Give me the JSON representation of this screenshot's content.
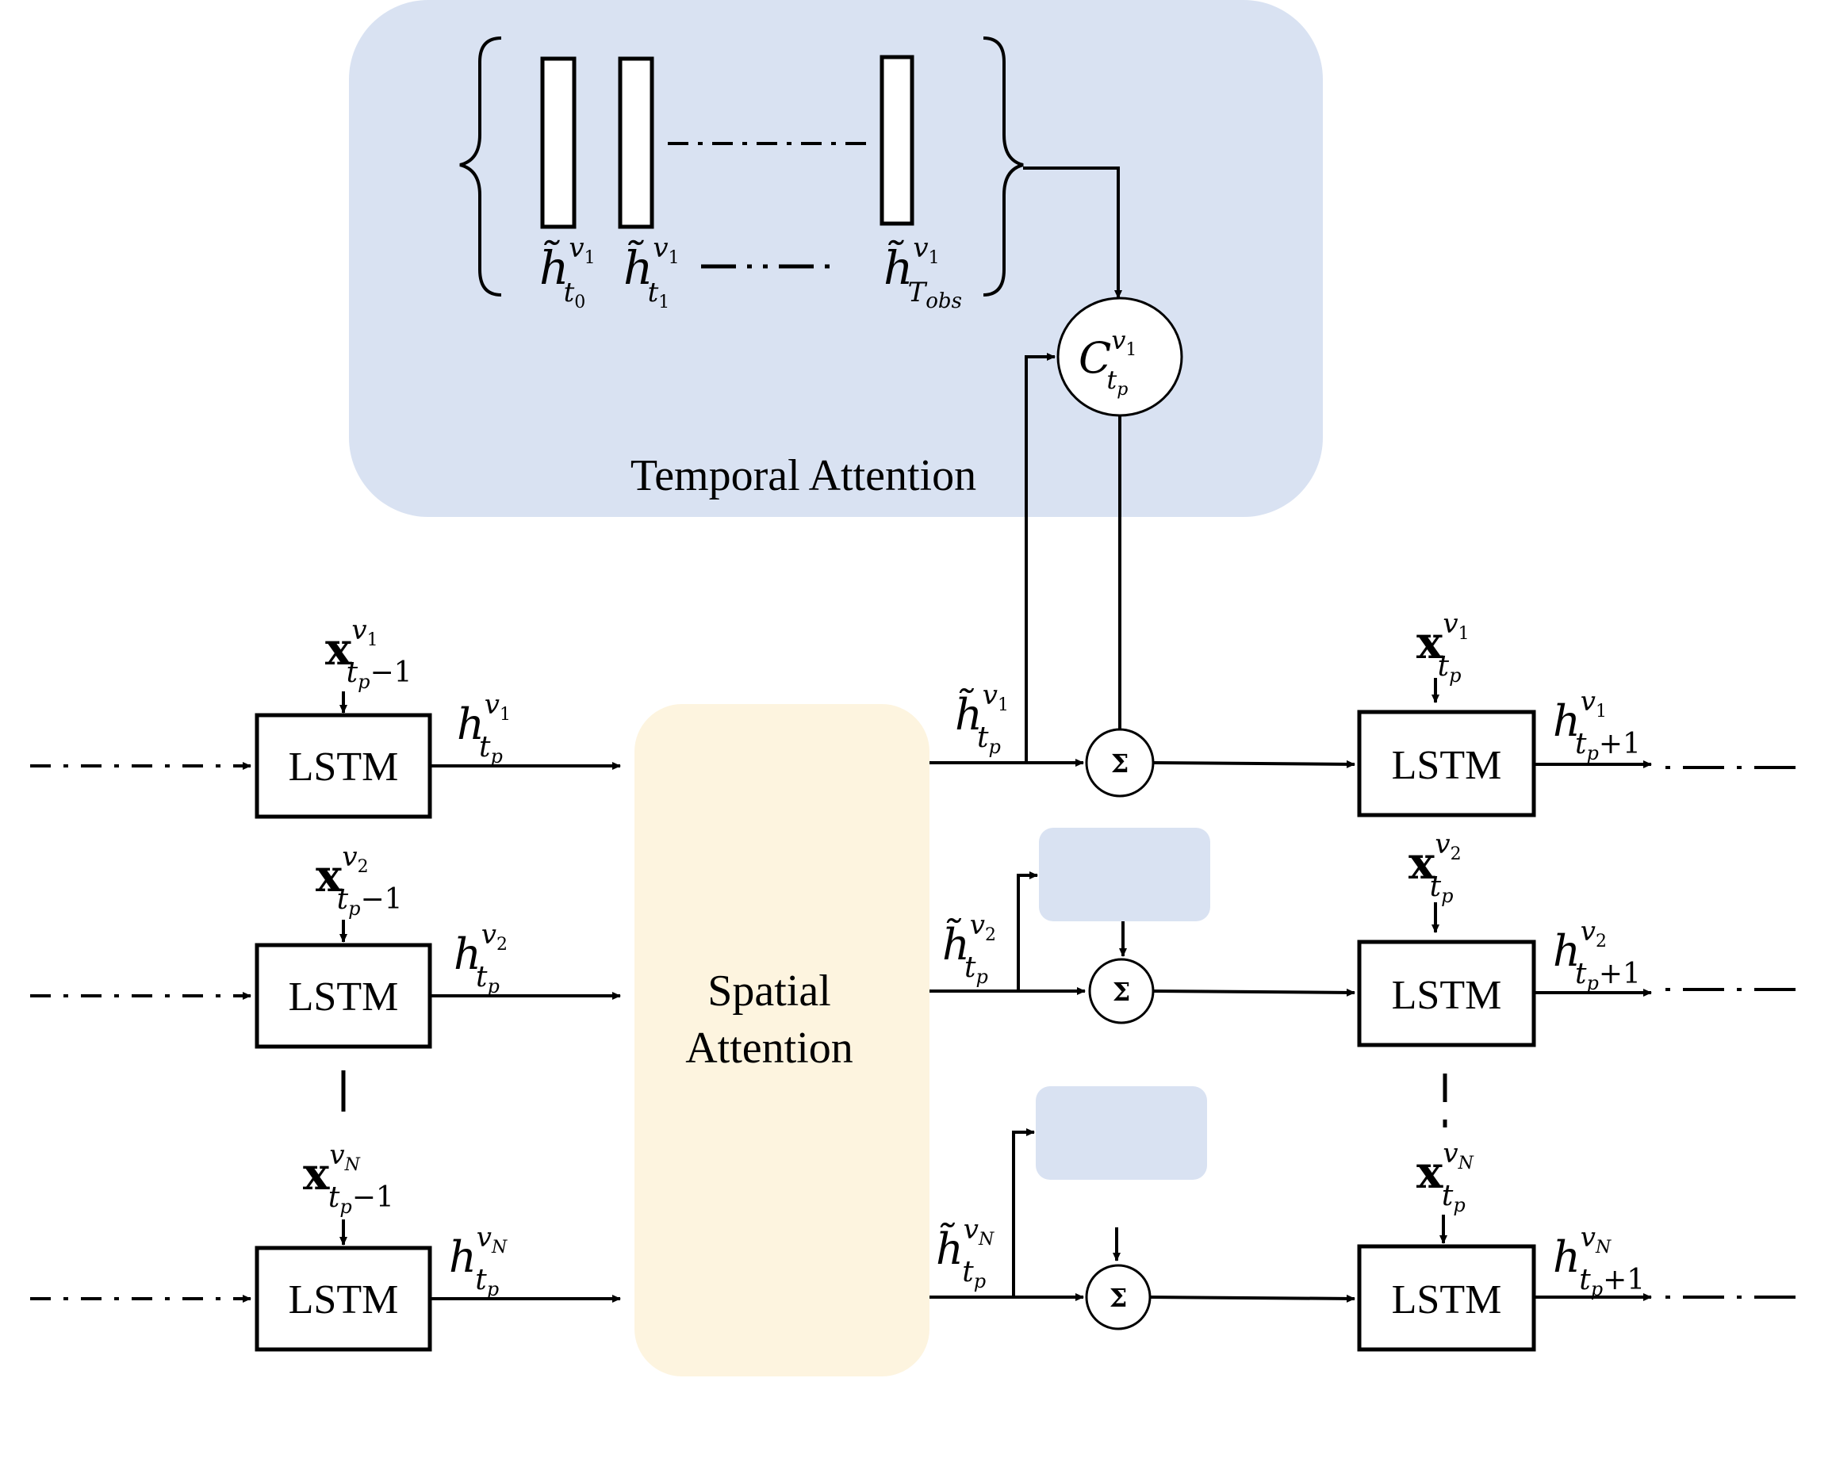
{
  "temporal_attention": {
    "label": "Temporal Attention",
    "states": [
      {
        "sym": "h̃",
        "sup": "v",
        "supsub": "1",
        "sub": "t",
        "subsub": "0"
      },
      {
        "sym": "h̃",
        "sup": "v",
        "supsub": "1",
        "sub": "t",
        "subsub": "1"
      },
      {
        "sym": "h̃",
        "sup": "v",
        "supsub": "1",
        "sub": "T",
        "subsub": "obs"
      }
    ],
    "context": {
      "sym": "C",
      "sup": "v",
      "supsub": "1",
      "sub": "t",
      "subsub": "p"
    }
  },
  "spatial_attention": {
    "line1": "Spatial",
    "line2": "Attention"
  },
  "sum_symbol": "Σ",
  "rows": [
    {
      "lstm_in": "LSTM",
      "lstm_out": "LSTM",
      "x_in": {
        "sym": "x",
        "sup": "v",
        "supsub": "1",
        "sub": "t",
        "subsub": "p",
        "tail": "−1"
      },
      "h_in": {
        "sym": "h",
        "sup": "v",
        "supsub": "1",
        "sub": "t",
        "subsub": "p"
      },
      "h_tilde": {
        "sym": "h̃",
        "sup": "v",
        "supsub": "1",
        "sub": "t",
        "subsub": "p"
      },
      "x_out": {
        "sym": "x",
        "sup": "v",
        "supsub": "1",
        "sub": "t",
        "subsub": "p"
      },
      "h_out": {
        "sym": "h",
        "sup": "v",
        "supsub": "1",
        "sub": "t",
        "subsub": "p",
        "tail": "+1"
      }
    },
    {
      "lstm_in": "LSTM",
      "lstm_out": "LSTM",
      "x_in": {
        "sym": "x",
        "sup": "v",
        "supsub": "2",
        "sub": "t",
        "subsub": "p",
        "tail": "−1"
      },
      "h_in": {
        "sym": "h",
        "sup": "v",
        "supsub": "2",
        "sub": "t",
        "subsub": "p"
      },
      "h_tilde": {
        "sym": "h̃",
        "sup": "v",
        "supsub": "2",
        "sub": "t",
        "subsub": "p"
      },
      "x_out": {
        "sym": "x",
        "sup": "v",
        "supsub": "2",
        "sub": "t",
        "subsub": "p"
      },
      "h_out": {
        "sym": "h",
        "sup": "v",
        "supsub": "2",
        "sub": "t",
        "subsub": "p",
        "tail": "+1"
      }
    },
    {
      "lstm_in": "LSTM",
      "lstm_out": "LSTM",
      "x_in": {
        "sym": "x",
        "sup": "v",
        "supsub": "N",
        "sub": "t",
        "subsub": "p",
        "tail": "−1"
      },
      "h_in": {
        "sym": "h",
        "sup": "v",
        "supsub": "N",
        "sub": "t",
        "subsub": "p"
      },
      "h_tilde": {
        "sym": "h̃",
        "sup": "v",
        "supsub": "N",
        "sub": "t",
        "subsub": "p"
      },
      "x_out": {
        "sym": "x",
        "sup": "v",
        "supsub": "N",
        "sub": "t",
        "subsub": "p"
      },
      "h_out": {
        "sym": "h",
        "sup": "v",
        "supsub": "N",
        "sub": "t",
        "subsub": "p",
        "tail": "+1"
      }
    }
  ],
  "colors": {
    "temporal_bg": "#d9e2f2",
    "spatial_bg": "#fdf4df",
    "placeholder_bg": "#d9e2f2",
    "stroke": "#000000"
  }
}
